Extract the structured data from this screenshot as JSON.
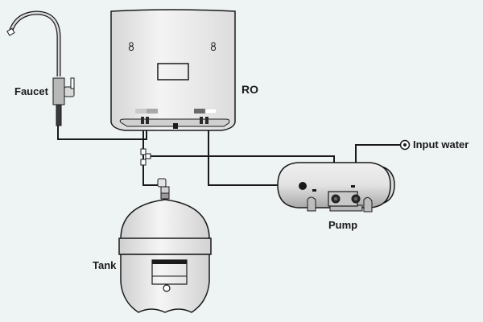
{
  "diagram": {
    "title": "RO water purifier installation diagram",
    "colors": {
      "background": "#eef3f4",
      "outline": "#1a1a1a",
      "body_fill": "#e6e6e6",
      "shade": "#c8c8c8",
      "swatch_light": "#c9c9c9",
      "swatch_mid": "#a8a8a8",
      "swatch_dark": "#6a6a6a",
      "swatch_white": "#ffffff"
    },
    "components": {
      "faucet": {
        "label": "Faucet"
      },
      "ro": {
        "label": "RO"
      },
      "tank": {
        "label": "Tank"
      },
      "pump": {
        "label": "Pump"
      },
      "input": {
        "label": "Input water"
      }
    },
    "connections": [
      {
        "from": "RO",
        "to": "Faucet"
      },
      {
        "from": "RO",
        "to": "Tank"
      },
      {
        "from": "Pump",
        "to": "RO"
      },
      {
        "from": "Input water",
        "to": "Pump"
      }
    ]
  }
}
